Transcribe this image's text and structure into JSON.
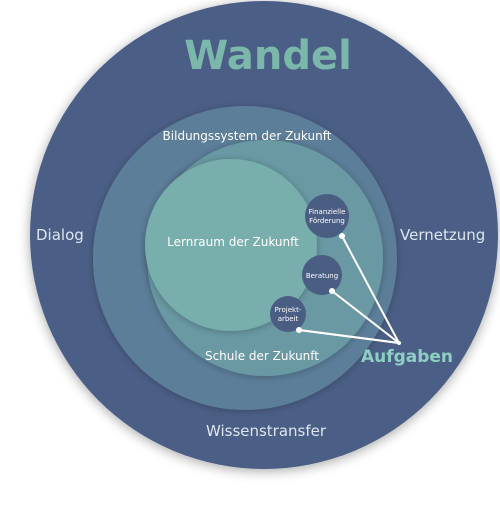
{
  "diagram": {
    "title": "Wandel",
    "outer_labels": {
      "left": "Dialog",
      "right": "Vernetzung",
      "bottom": "Wissenstransfer"
    },
    "ring_labels": {
      "bildung": "Bildungssystem der Zukunft",
      "lernraum": "Lernraum der Zukunft",
      "schule": "Schule der Zukunft"
    },
    "tasks": {
      "label": "Aufgaben",
      "items": [
        {
          "lines": [
            "Finanzielle",
            "Förderung"
          ]
        },
        {
          "lines": [
            "Beratung"
          ]
        },
        {
          "lines": [
            "Projekt-",
            "arbeit"
          ]
        }
      ]
    },
    "colors": {
      "outer": "#4b5f86",
      "middle": "#5b7e99",
      "inner": "#6a99a4",
      "core": "#78aeab",
      "title": "#7cb7ac",
      "aufgaben": "#8ecfc3",
      "node": "#4a5d82",
      "light_text": "#dbe6ee",
      "white": "#ffffff"
    }
  }
}
